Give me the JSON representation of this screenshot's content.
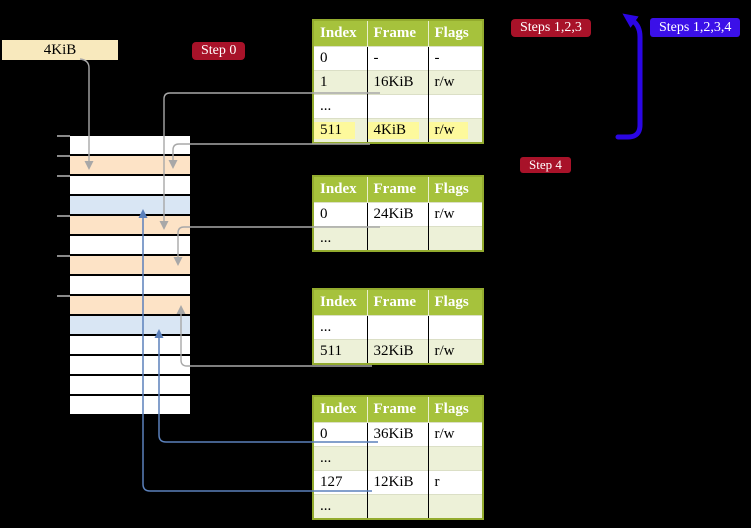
{
  "labels": {
    "page_size": "4KiB",
    "step0": "Step 0",
    "steps123": "Steps 1,2,3",
    "steps1234": "Steps 1,2,3,4",
    "step4": "Step 4"
  },
  "colors": {
    "badge_red": "#a81229",
    "badge_blue": "#3b10e8",
    "label_cream": "#f8e9bd",
    "table_header_green": "#a6c23c",
    "table_row_green": "#edf1d8",
    "highlight_yellow": "#fdf99c",
    "memory_orange": "#fde3c6",
    "memory_blue": "#d9e6f4",
    "connector_gray": "#a3a3a3",
    "connector_steel_blue": "#5b80bb",
    "big_arrow_blue": "#2b06e4"
  },
  "page_tables": [
    {
      "name": "table-1",
      "headers": [
        "Index",
        "Frame",
        "Flags"
      ],
      "rows": [
        {
          "cells": [
            "0",
            "-",
            "-"
          ],
          "shaded": false,
          "highlighted": false
        },
        {
          "cells": [
            "1",
            "16KiB",
            "r/w"
          ],
          "shaded": true,
          "highlighted": false
        },
        {
          "cells": [
            "...",
            "",
            ""
          ],
          "shaded": false,
          "highlighted": false
        },
        {
          "cells": [
            "511",
            "4KiB",
            "r/w"
          ],
          "shaded": true,
          "highlighted": true
        }
      ]
    },
    {
      "name": "table-2",
      "headers": [
        "Index",
        "Frame",
        "Flags"
      ],
      "rows": [
        {
          "cells": [
            "0",
            "24KiB",
            "r/w"
          ],
          "shaded": false,
          "highlighted": false
        },
        {
          "cells": [
            "...",
            "",
            ""
          ],
          "shaded": true,
          "highlighted": false
        }
      ]
    },
    {
      "name": "table-3",
      "headers": [
        "Index",
        "Frame",
        "Flags"
      ],
      "rows": [
        {
          "cells": [
            "...",
            "",
            ""
          ],
          "shaded": false,
          "highlighted": false
        },
        {
          "cells": [
            "511",
            "32KiB",
            "r/w"
          ],
          "shaded": true,
          "highlighted": false
        }
      ]
    },
    {
      "name": "table-4",
      "headers": [
        "Index",
        "Frame",
        "Flags"
      ],
      "rows": [
        {
          "cells": [
            "0",
            "36KiB",
            "r/w"
          ],
          "shaded": false,
          "highlighted": false
        },
        {
          "cells": [
            "...",
            "",
            ""
          ],
          "shaded": true,
          "highlighted": false
        },
        {
          "cells": [
            "127",
            "12KiB",
            "r"
          ],
          "shaded": false,
          "highlighted": false
        },
        {
          "cells": [
            "...",
            "",
            ""
          ],
          "shaded": true,
          "highlighted": false
        }
      ]
    }
  ],
  "memory": {
    "row_colors": [
      "white",
      "orange",
      "white",
      "blue",
      "orange",
      "white",
      "orange",
      "white",
      "orange",
      "blue",
      "white",
      "white",
      "white",
      "white"
    ]
  }
}
